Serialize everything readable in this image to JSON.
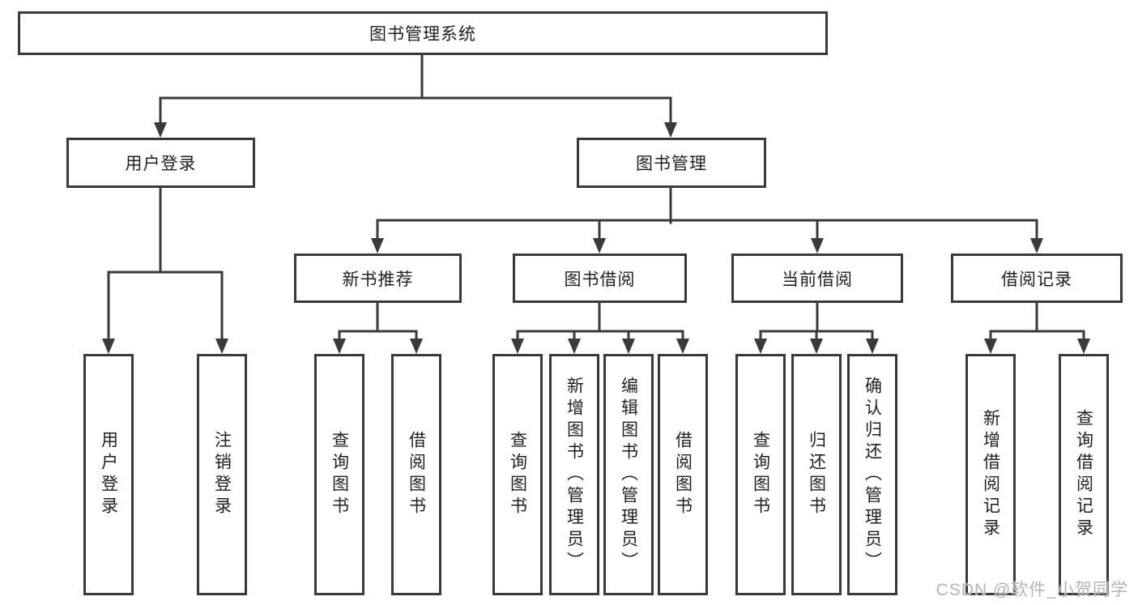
{
  "nodes": {
    "root": {
      "label": "图书管理系统"
    },
    "branches": [
      {
        "label": "用户登录"
      },
      {
        "label": "图书管理"
      }
    ],
    "sections": [
      {
        "label": "新书推荐"
      },
      {
        "label": "图书借阅"
      },
      {
        "label": "当前借阅"
      },
      {
        "label": "借阅记录"
      }
    ],
    "leaves": [
      {
        "label": "用户登录"
      },
      {
        "label": "注销登录"
      },
      {
        "label": "查询图书"
      },
      {
        "label": "借阅图书"
      },
      {
        "label": "查询图书"
      },
      {
        "label": "新增图书（管理员）"
      },
      {
        "label": "编辑图书（管理员）"
      },
      {
        "label": "借阅图书"
      },
      {
        "label": "查询图书"
      },
      {
        "label": "归还图书"
      },
      {
        "label": "确认归还（管理员）"
      },
      {
        "label": "新增借阅记录"
      },
      {
        "label": "查询借阅记录"
      }
    ]
  },
  "watermark": {
    "text": "CSDN @软件_小贺同学"
  },
  "colors": {
    "line": "#3a3a3a",
    "text": "#1f1f1f",
    "box_background": "#ffffff",
    "page_background": "#ffffff",
    "watermark": "#b3b3b3"
  }
}
